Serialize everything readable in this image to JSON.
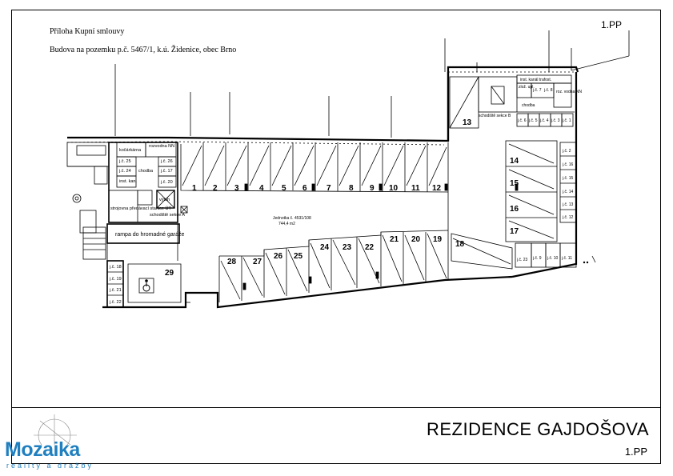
{
  "header": {
    "line1": "Příloha Kupní smlouvy",
    "line2": "Budova na pozemku p.č. 5467/1, k.ú. Židenice, obec Brno",
    "level_top": "1.PP"
  },
  "title_block": {
    "project": "REZIDENCE GAJDOŠOVA",
    "level": "1.PP"
  },
  "brand": {
    "name": "Mozaika",
    "tagline": "reality a dražby"
  },
  "unit_label": {
    "line1": "Jednotka č. 4531/108",
    "line2": "744,4 m2"
  },
  "spaces_top": [
    "1",
    "2",
    "3",
    "4",
    "5",
    "6",
    "7",
    "8",
    "9",
    "10",
    "11",
    "12"
  ],
  "spaces_bottom": [
    "28",
    "27",
    "26",
    "25",
    "24",
    "23",
    "22",
    "21",
    "20",
    "19",
    "18"
  ],
  "space_29": "29",
  "space_13": "13",
  "spaces_right": [
    "14",
    "15",
    "16",
    "17"
  ],
  "rooms": {
    "kocarkarna": "kočárkárna",
    "rozvodna_nn": "rozvodna NN",
    "chodba_left": "chodba",
    "inst_kan": "inst. kan.",
    "vytah": "výtah",
    "strojovna": "strojovna předávací stanice ÚT",
    "schodiste_a": "schodiště sekce A",
    "rampa": "rampa do hromadné garáže",
    "schodiste_b": "schodiště sekce B",
    "inst_kanal": "inst. kanál trafost.",
    "zloz": "zlož. upl.",
    "roz_nn_right": "roz. vodna NN",
    "chodba_right": "chodba"
  },
  "storage_left": [
    "j.č. 25",
    "j.č. 26",
    "j.č. 24",
    "j.č. 17",
    "j.č. 20"
  ],
  "storage_left_low": [
    "j.č. 18",
    "j.č. 19",
    "j.č. 21",
    "j.č. 22"
  ],
  "storage_top_right": [
    "j.č. 6",
    "j.č. 5",
    "j.č. 4",
    "j.č. 3",
    "j.č. 1"
  ],
  "storage_top_right2": [
    "j.č. 7",
    "j.č. 8"
  ],
  "storage_right_col": [
    "j.č. 2",
    "j.č. 16",
    "j.č. 15",
    "j.č. 14",
    "j.č. 13",
    "j.č. 12"
  ],
  "storage_bottom_right": [
    "j.č. 23",
    "j.č. 9",
    "j.č. 10",
    "j.č. 11"
  ]
}
